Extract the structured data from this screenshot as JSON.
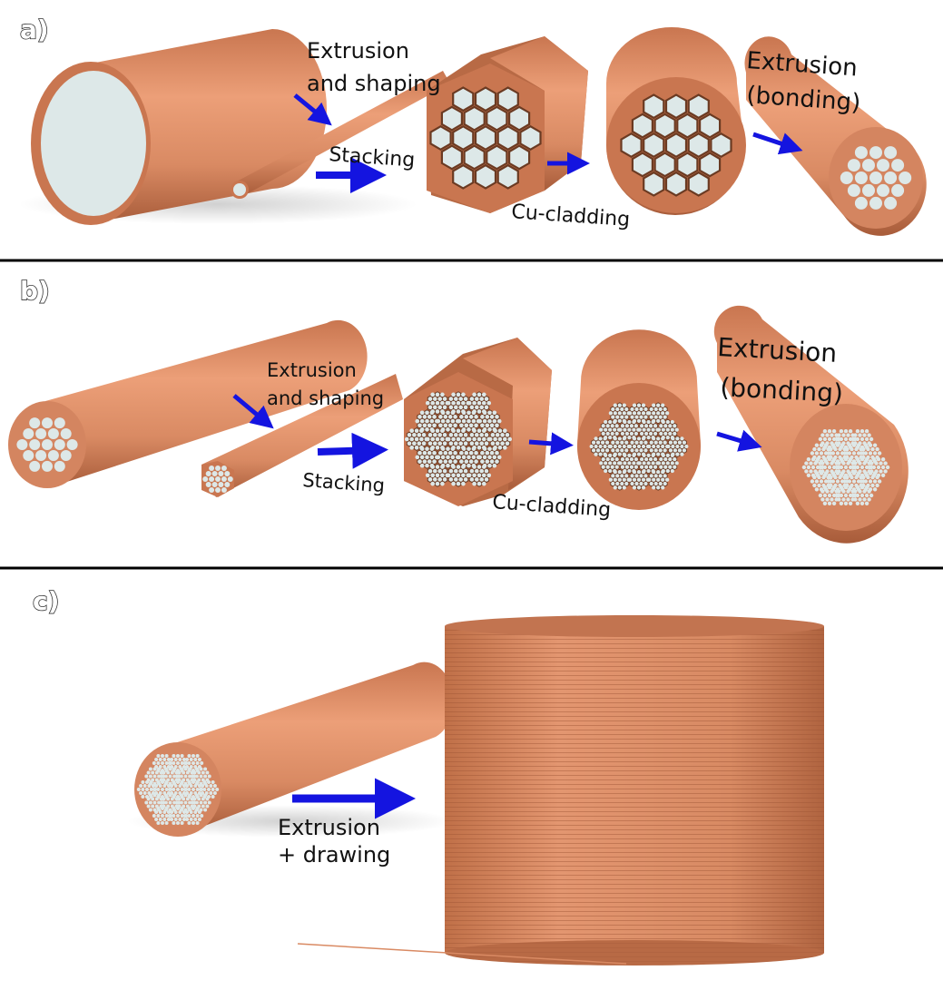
{
  "panels": [
    {
      "label": "a)",
      "annotations": [
        "Extrusion",
        "and shaping",
        "Stacking",
        "Cu-cladding",
        "Extrusion",
        "(bonding)"
      ]
    },
    {
      "label": "b)",
      "annotations": [
        "Extrusion",
        "and shaping",
        "Stacking",
        "Cu-cladding",
        "Extrusion",
        "(bonding)"
      ]
    },
    {
      "label": "c)",
      "annotations": [
        "Extrusion",
        "+ drawing"
      ]
    }
  ],
  "colors": {
    "copper": "#d98a63",
    "copper_dark": "#b86a45",
    "copper_light": "#ec9f78",
    "filament": "#dde8e8",
    "arrow": "#1414e0",
    "divider": "#000000"
  }
}
